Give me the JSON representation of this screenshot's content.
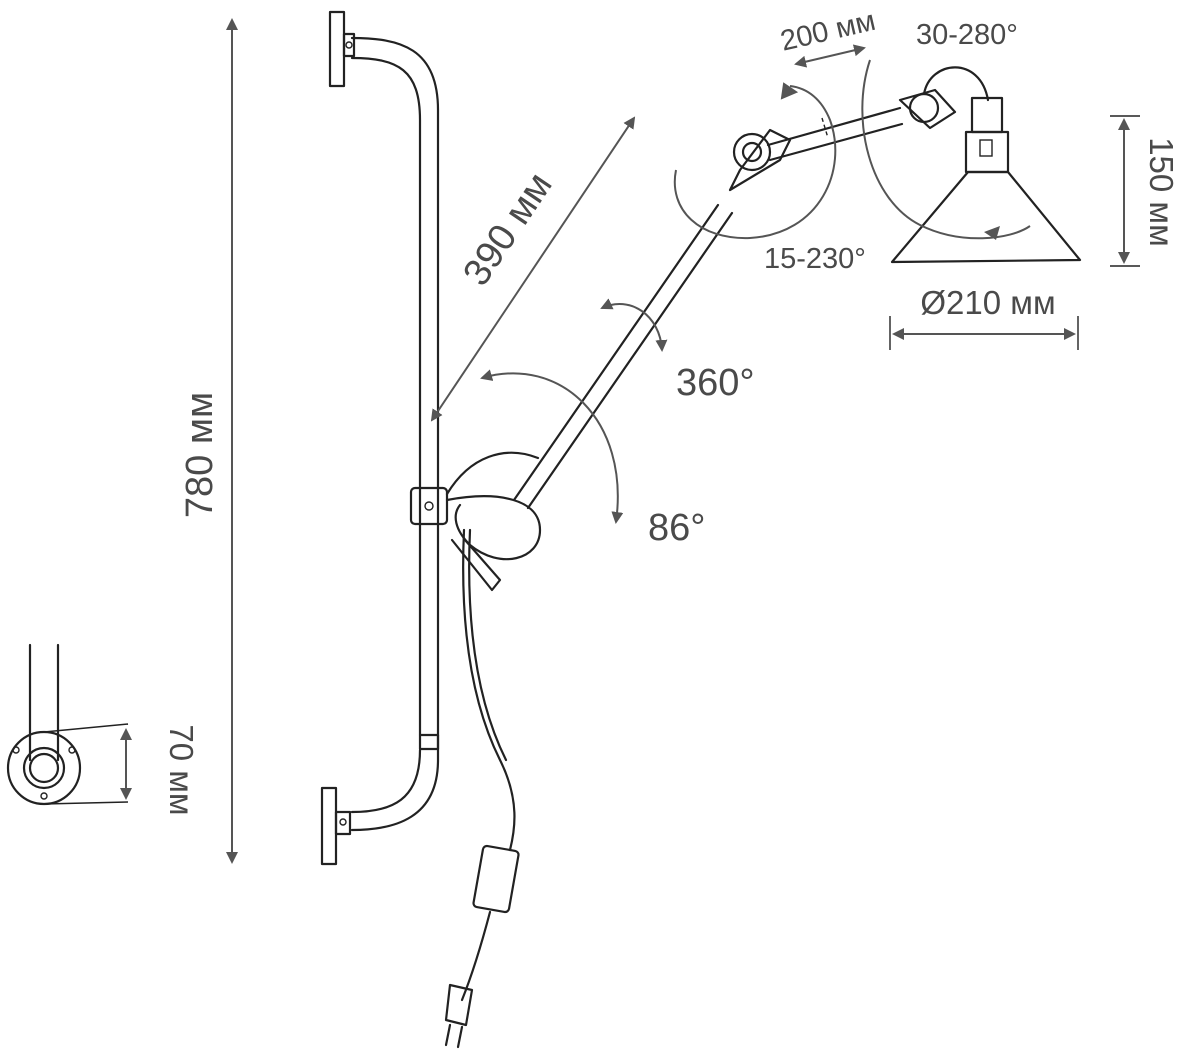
{
  "dimensions": {
    "total_height": "780 мм",
    "arm_length": "390 мм",
    "head_extension": "200 мм",
    "shade_height": "150 мм",
    "shade_diameter": "Ø210 мм",
    "mount_height": "70 мм"
  },
  "angles": {
    "arm_rotation": "360°",
    "base_tilt": "86°",
    "elbow_tilt": "15-230°",
    "head_tilt": "30-280°"
  }
}
